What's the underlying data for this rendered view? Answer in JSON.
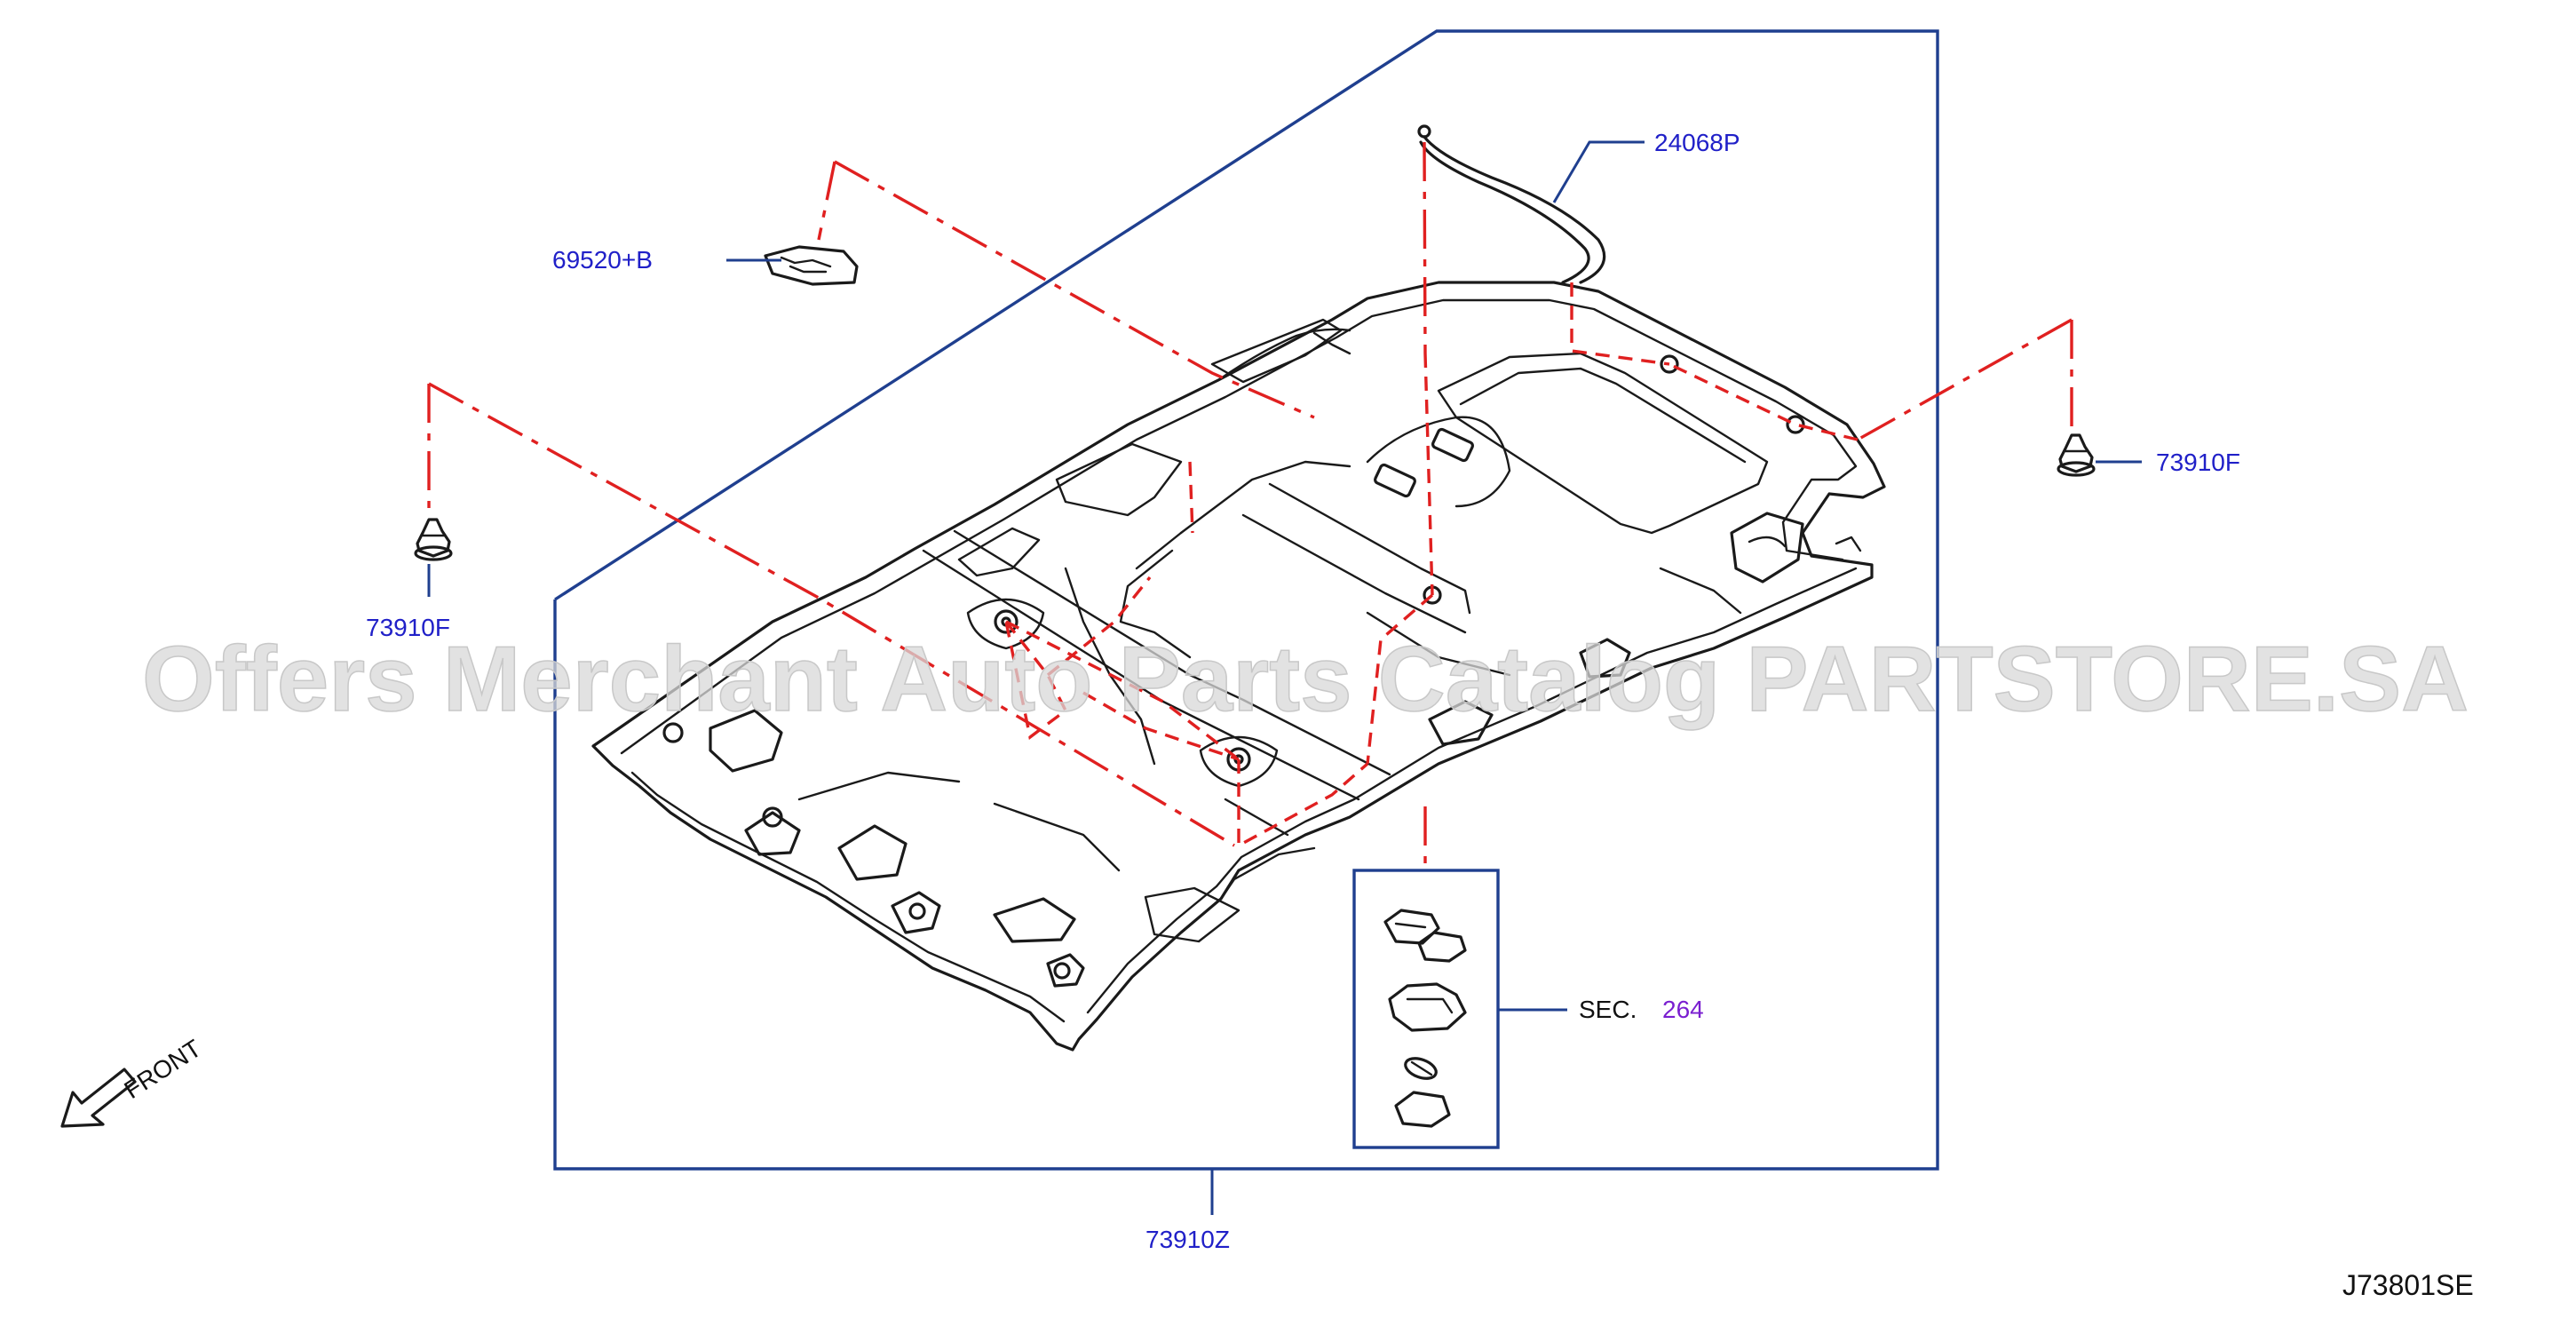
{
  "watermark": "Offers Merchant Auto Parts Catalog PARTSTORE.SA",
  "labels": {
    "part_24068P": "24068P",
    "part_69520B": "69520+B",
    "part_73910F_left": "73910F",
    "part_73910F_right": "73910F",
    "part_73910Z": "73910Z",
    "section_prefix": "SEC.",
    "section_number": "264",
    "front": "FRONT",
    "diagram_ref": "J73801SE"
  },
  "colors": {
    "outline": "#1a1a1a",
    "callout_frame": "#1f3f8f",
    "part_label": "#2020c8",
    "dashed_guide": "#e02020",
    "section_link": "#7a1fd0"
  }
}
